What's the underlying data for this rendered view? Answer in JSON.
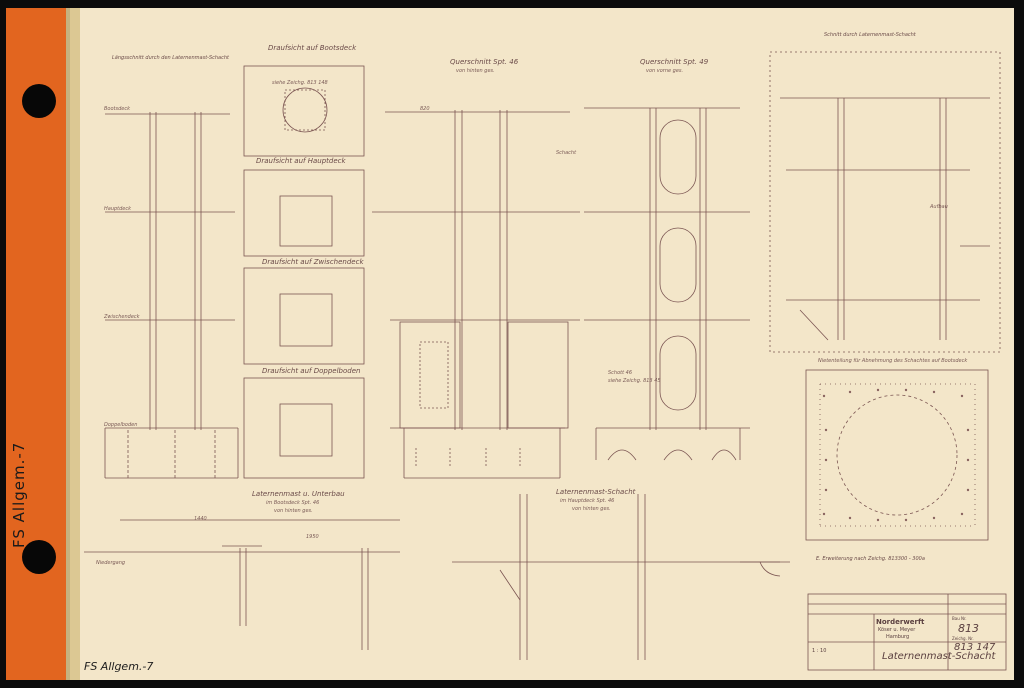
{
  "binder": {
    "spine_label": "FS Allgem.-7",
    "bottom_label": "FS Allgem.-7"
  },
  "views": {
    "laengsschnitt": "Längsschnitt durch den Laternenmast-Schacht",
    "draufsicht_bootsdeck": "Draufsicht auf Bootsdeck",
    "draufsicht_hauptdeck": "Draufsicht auf Hauptdeck",
    "draufsicht_zwischendeck": "Draufsicht auf Zwischendeck",
    "draufsicht_doppelboden": "Draufsicht auf Doppelboden",
    "querschnitt_46": "Querschnitt Spt. 46",
    "querschnitt_46_sub": "von hinten ges.",
    "querschnitt_49": "Querschnitt Spt. 49",
    "querschnitt_49_sub": "von vorne ges.",
    "schnitt_schacht": "Schnitt durch Laternenmast-Schacht",
    "laternenmast_unterbau": "Laternenmast u. Unterbau",
    "laternenmast_unterbau_sub1": "im Bootsdeck Spt. 46",
    "laternenmast_unterbau_sub2": "von hinten ges.",
    "laternenmast_schacht": "Laternenmast-Schacht",
    "laternenmast_schacht_sub1": "im Hauptdeck Spt. 46",
    "laternenmast_schacht_sub2": "von hinten ges.",
    "nietenteilung": "Nietenteilung für Abnehmung des Schachtes auf Bootsdeck",
    "ersetzung": "E. Erweiterung nach Zeichg. 813300 - 300a"
  },
  "deck_labels": {
    "bootsdeck": "Bootsdeck",
    "hauptdeck": "Hauptdeck",
    "zwischendeck": "Zwischendeck",
    "doppelboden": "Doppelboden"
  },
  "annotations": {
    "a1": "siehe Zeichg. 813 148",
    "a2": "Niedergang",
    "a3": "1440",
    "a4": "1950",
    "a5": "820",
    "a6": "Schacht",
    "a7": "Aufbau",
    "a8": "Schott 46",
    "a9": "siehe Zeichg. 813 45"
  },
  "title_block": {
    "company": "Norderwerft",
    "company_sub1": "Köser u. Meyer",
    "company_sub2": "Hamburg",
    "drawing_title": "Laternenmast-Schacht",
    "ship_no_label": "Bau Nr.",
    "ship_no": "813",
    "drawing_no_label": "Zeichg. Nr.",
    "drawing_no": "813 147",
    "scale": "1 : 10"
  }
}
